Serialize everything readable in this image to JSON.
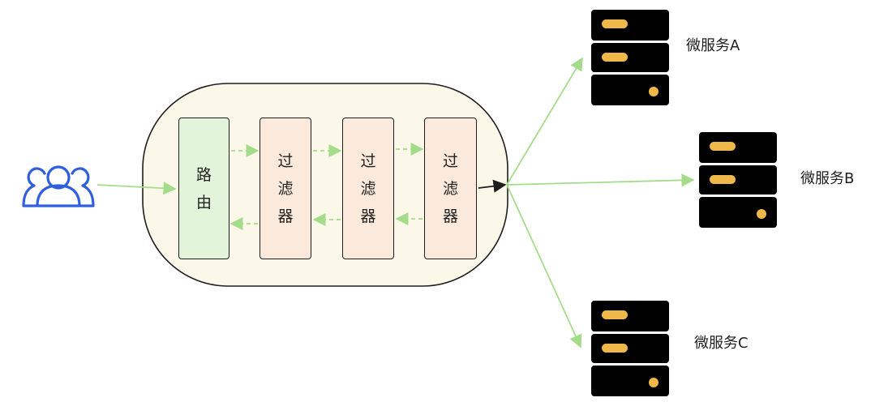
{
  "colors": {
    "gateway_fill": "#fbf8e9",
    "router_fill": "#e2f5da",
    "filter_fill": "#fbe9dc",
    "arrow_green": "#a5dc8c",
    "user_icon": "#2f5fe0",
    "server_body": "#000000",
    "server_accent": "#f0b849"
  },
  "user": {
    "icon": "users-icon"
  },
  "router": {
    "chars": [
      "路",
      "由"
    ]
  },
  "filters": [
    {
      "chars": [
        "过",
        "滤",
        "器"
      ]
    },
    {
      "chars": [
        "过",
        "滤",
        "器"
      ]
    },
    {
      "chars": [
        "过",
        "滤",
        "器"
      ]
    }
  ],
  "services": [
    {
      "icon": "server-icon",
      "label": "微服务A"
    },
    {
      "icon": "server-icon",
      "label": "微服务B"
    },
    {
      "icon": "server-icon",
      "label": "微服务C"
    }
  ]
}
